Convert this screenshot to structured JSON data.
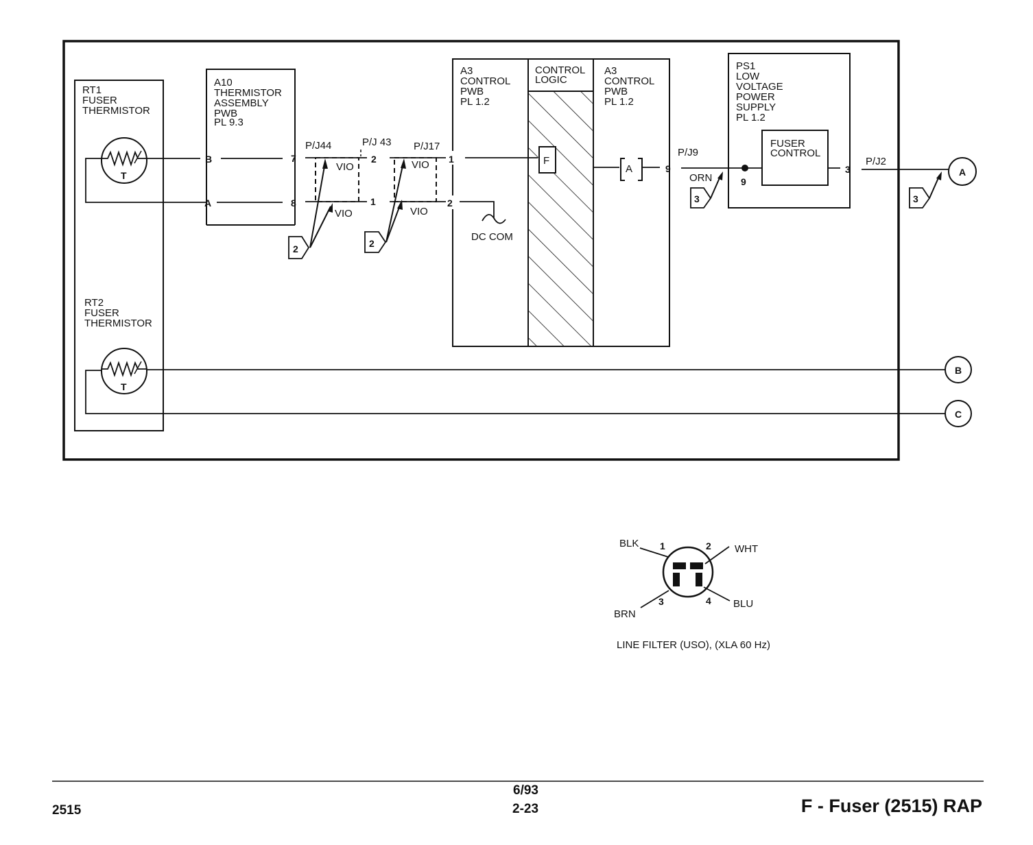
{
  "diagram": {
    "rt1": {
      "lines": [
        "RT1",
        "FUSER",
        "THERMISTOR"
      ],
      "symbol": "T"
    },
    "rt2": {
      "lines": [
        "RT2",
        "FUSER",
        "THERMISTOR"
      ],
      "symbol": "T"
    },
    "a10": {
      "lines": [
        "A10",
        "THERMISTOR",
        "ASSEMBLY",
        "PWB",
        "PL 9.3"
      ],
      "pins": [
        "B",
        "A",
        "7",
        "8"
      ]
    },
    "connectors": {
      "pj44": "P/J44",
      "pj43": "P/J 43",
      "pj17": "P/J17",
      "pj9": "P/J9",
      "pj2": "P/J2"
    },
    "pj43_pins": [
      "2",
      "1"
    ],
    "wires": {
      "vio": "VIO",
      "orn": "ORN"
    },
    "callouts": [
      "2",
      "2",
      "3",
      "3"
    ],
    "a3_left": {
      "lines": [
        "A3",
        "CONTROL",
        "PWB",
        "PL 1.2"
      ],
      "pins": [
        "1",
        "2"
      ]
    },
    "control_logic": {
      "lines": [
        "CONTROL",
        "LOGIC"
      ],
      "block": "F"
    },
    "a3_right": {
      "lines": [
        "A3",
        "CONTROL",
        "PWB",
        "PL 1.2"
      ],
      "block": "A",
      "pin": "9"
    },
    "dc_com": "DC COM",
    "ps1": {
      "lines": [
        "PS1",
        "LOW",
        "VOLTAGE",
        "POWER",
        "SUPPLY",
        "PL 1.2"
      ],
      "in_pin": "9",
      "out_pin": "3"
    },
    "fuser_control": {
      "lines": [
        "FUSER",
        "CONTROL"
      ]
    },
    "terminals": [
      "A",
      "B",
      "C"
    ]
  },
  "line_filter": {
    "caption": "LINE FILTER (USO), (XLA 60 Hz)",
    "wires": {
      "blk": "BLK",
      "wht": "WHT",
      "brn": "BRN",
      "blu": "BLU"
    },
    "pins": [
      "1",
      "2",
      "3",
      "4"
    ]
  },
  "footer": {
    "model": "2515",
    "date": "6/93",
    "page": "2-23",
    "title": "F - Fuser (2515) RAP"
  }
}
